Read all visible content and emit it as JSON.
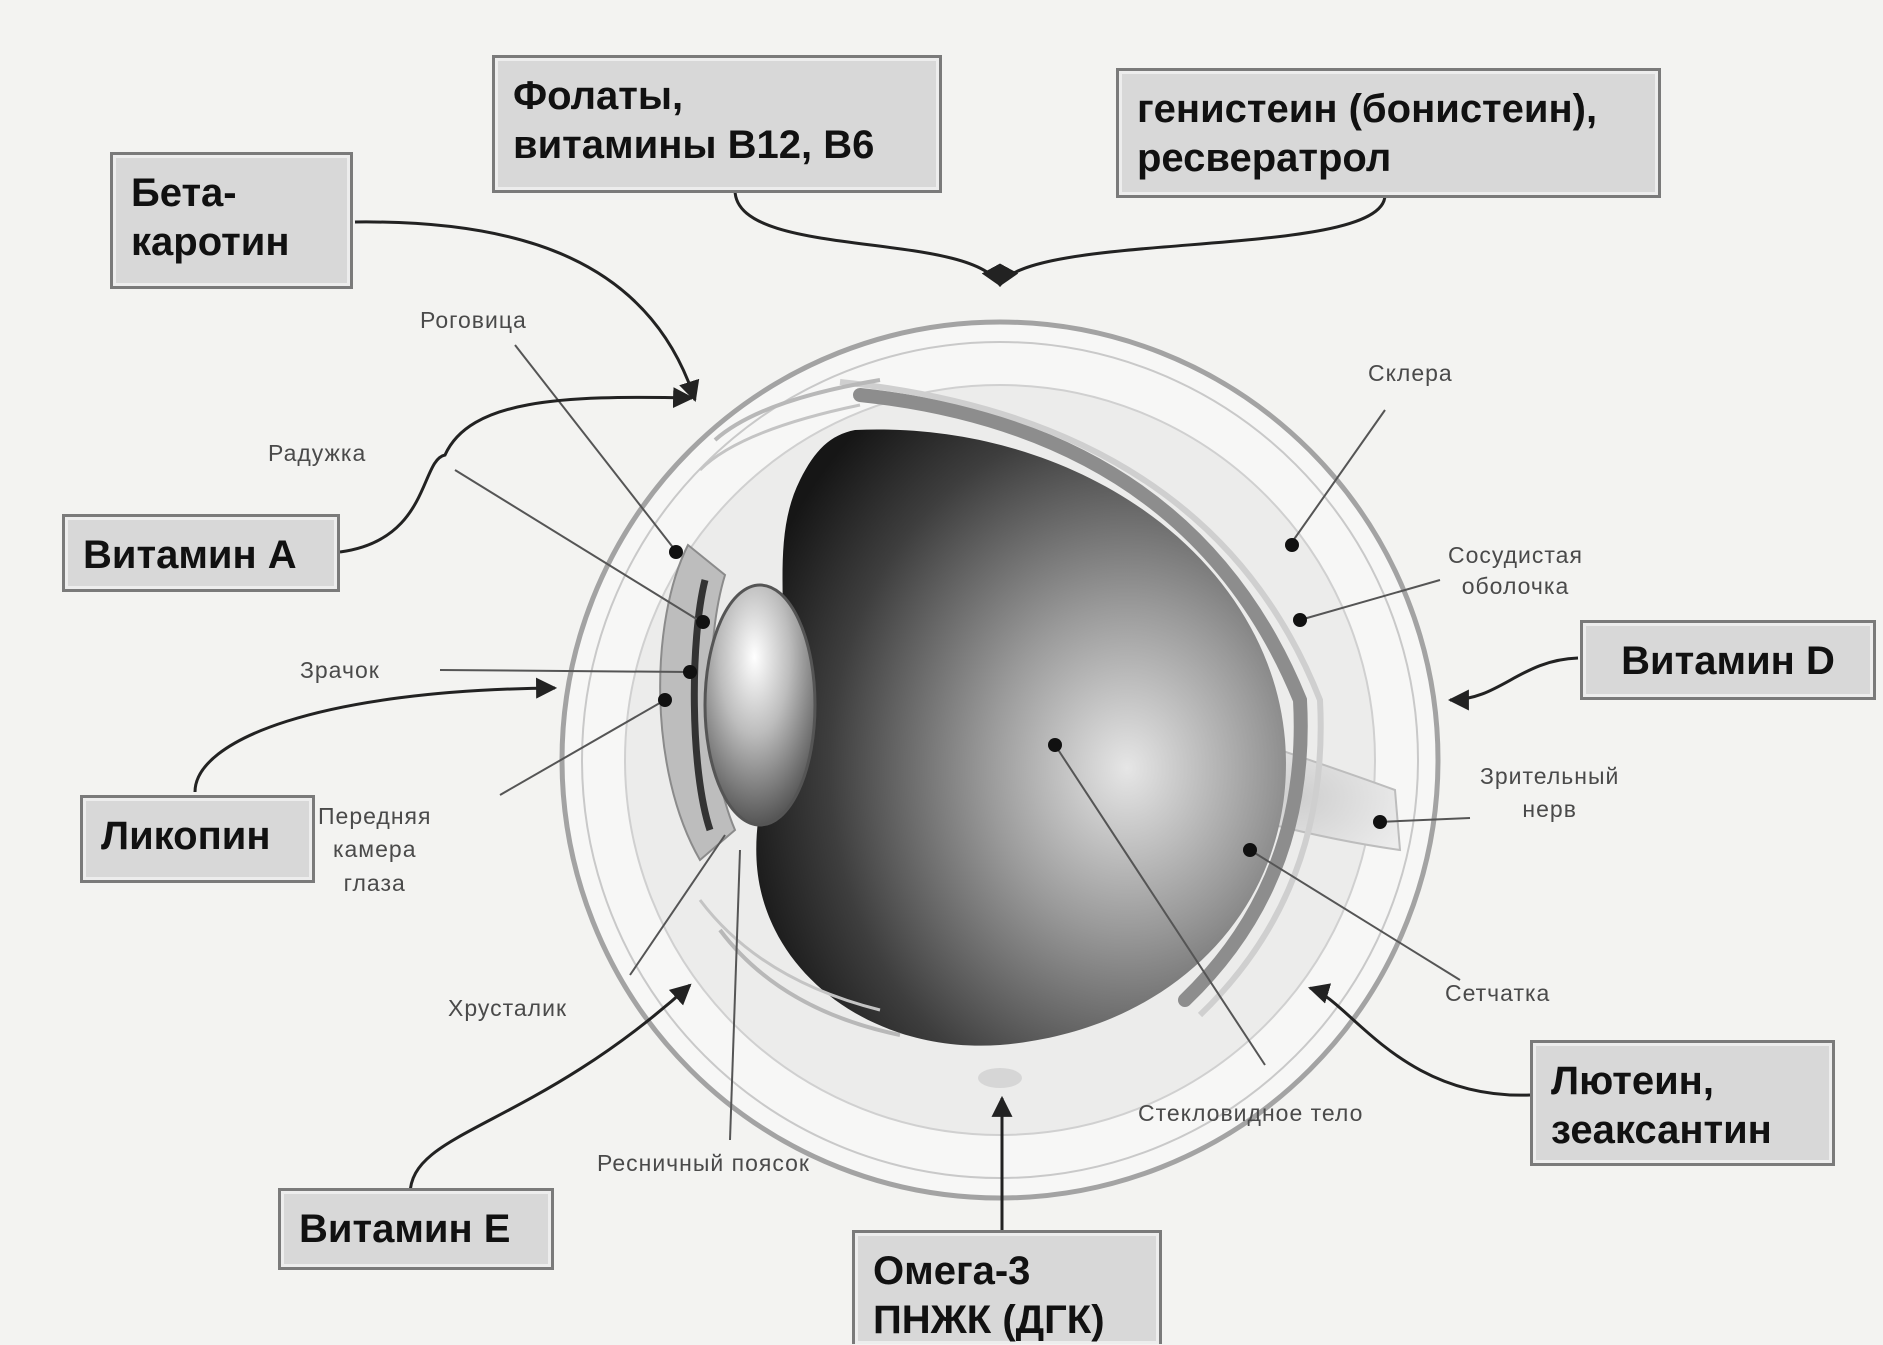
{
  "nutrients": {
    "folates": "Фолаты,\nвитамины В12, В6",
    "genistein": "генистеин (бонистеин),\nресвератрол",
    "beta_carotene": "Бета-\nкаротин",
    "vitamin_a": "Витамин А",
    "vitamin_d": "Витамин D",
    "lycopene": "Ликопин",
    "lutein": "Лютеин,\nзеаксантин",
    "vitamin_e": "Витамин Е",
    "omega3": "Омега-3\nПНЖК (ДГК)"
  },
  "anatomy": {
    "cornea": "Роговица",
    "iris": "Радужка",
    "pupil": "Зрачок",
    "anterior_chamber": "Передняя\nкамера\nглаза",
    "lens": "Хрусталик",
    "ciliary_zonule": "Ресничный поясок",
    "sclera": "Склера",
    "choroid": "Сосудистая\nоболочка",
    "optic_nerve": "Зрительный\nнерв",
    "retina": "Сетчатка",
    "vitreous": "Стекловидное тело"
  }
}
